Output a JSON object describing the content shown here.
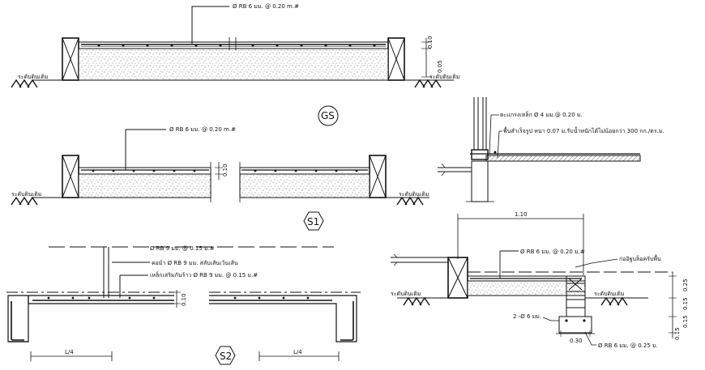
{
  "gs": {
    "tag": "GS",
    "rebar": "Ø RB 6 มม. @ 0.20 m.#",
    "ground_left": "ระดับดินเดิม",
    "ground_right": "ระดับดินเดิม",
    "dim_top": "0.10",
    "dim_bottom": "0.05"
  },
  "s1": {
    "tag": "S1",
    "rebar": "Ø RB 6 มม. @ 0.20 m.#",
    "ground_left": "ระดับดินเดิม",
    "ground_right": "ระดับดินเดิม",
    "dim": "0.10"
  },
  "detail": {
    "mesh": "ตะแกรงเหล็ก Ø 4 มม.@ 0.20 ม.",
    "slab": "พื้นสำเร็จรูป หนา 0.07 ม.รับน้ำหนักได้ไม่น้อยกว่า 300 กก./ตร.ม."
  },
  "s2": {
    "tag": "S2",
    "rebar_main": "Ø RB 9 มม. @ 0.15 ม.#",
    "rebar_extra": "คอม้า Ø RB 9 มม. สลับเส้นเว้นเส้น",
    "rebar_temp": "เหล็กเสริมกันร้าว Ø RB 9 มม. @ 0.15 ม.#",
    "dim": "0.10",
    "span_left": "L/4",
    "span_right": "L/4"
  },
  "s3": {
    "dim_top": "1.10",
    "rebar": "Ø RB 6 มม. @ 0.20 ม.#",
    "brick": "ก่ออิฐบล็อครับพื้น",
    "ground_left": "ระดับดินเดิม",
    "ground_right": "ระดับดินเดิม",
    "dim_v1": "0.25",
    "dim_v2": "0.15",
    "dim_v3": "0.15",
    "dim_v4": "0.15",
    "footing_bars": "2 -Ø 6 มม.",
    "footing_width": "0.30",
    "footing_stirrup": "Ø RB 6 มม. @ 0.25 ม."
  }
}
